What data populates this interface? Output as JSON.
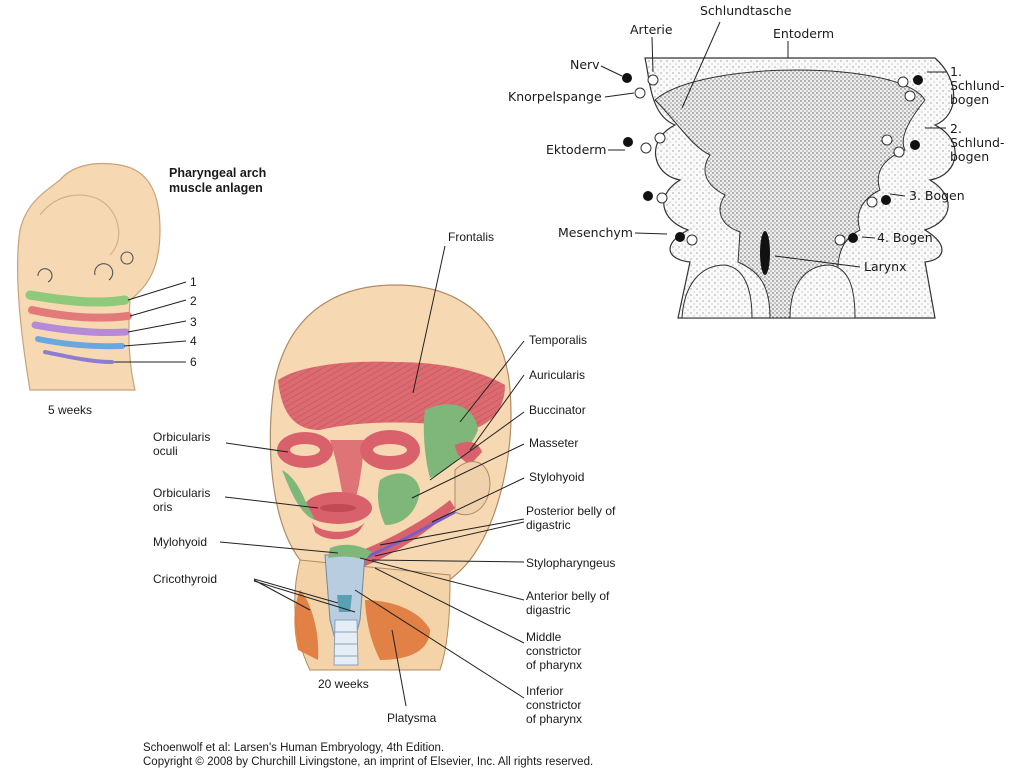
{
  "embryo_5wk": {
    "title_line1": "Pharyngeal arch",
    "title_line2": "muscle anlagen",
    "arch_numbers": [
      "1",
      "2",
      "3",
      "4",
      "6"
    ],
    "age": "5 weeks",
    "arch_colors": [
      "#8fc97a",
      "#e27a7a",
      "#b58ad6",
      "#6aa7e0",
      "#8c7dd0"
    ]
  },
  "fetus_20wk": {
    "age": "20 weeks",
    "labels": {
      "frontalis": "Frontalis",
      "temporalis": "Temporalis",
      "auricularis": "Auricularis",
      "buccinator": "Buccinator",
      "masseter": "Masseter",
      "stylohyoid": "Stylohyoid",
      "posterior_digastric": "Posterior belly of digastric",
      "stylopharyngeus": "Stylopharyngeus",
      "anterior_digastric": "Anterior belly of digastric",
      "middle_constrictor": "Middle constrictor of pharynx",
      "inferior_constrictor": "Inferior constrictor of pharynx",
      "platysma": "Platysma",
      "orbicularis_oculi": "Orbicularis oculi",
      "orbicularis_oris": "Orbicularis oris",
      "mylohyoid": "Mylohyoid",
      "cricothyroid": "Cricothyroid"
    },
    "colors": {
      "skin": "#f6d9b3",
      "red_muscle": "#d9616b",
      "green_muscle": "#7fb77a",
      "orange_muscle": "#e0783a"
    }
  },
  "pharynx_section": {
    "labels": {
      "schlundtasche": "Schlundtasche",
      "arterie": "Arterie",
      "entoderm": "Entoderm",
      "nerv": "Nerv",
      "knorpelspange": "Knorpelspange",
      "ektoderm": "Ektoderm",
      "mesenchym": "Mesenchym",
      "bogen1": "1. Schlund-bogen",
      "bogen2": "2. Schlund-bogen",
      "bogen3": "3. Bogen",
      "bogen4": "4. Bogen",
      "larynx": "Larynx"
    }
  },
  "credit": {
    "line1": "Schoenwolf et al: Larsen's Human Embryology, 4th Edition.",
    "line2": "Copyright © 2008 by Churchill Livingstone, an imprint of Elsevier, Inc. All rights reserved."
  }
}
